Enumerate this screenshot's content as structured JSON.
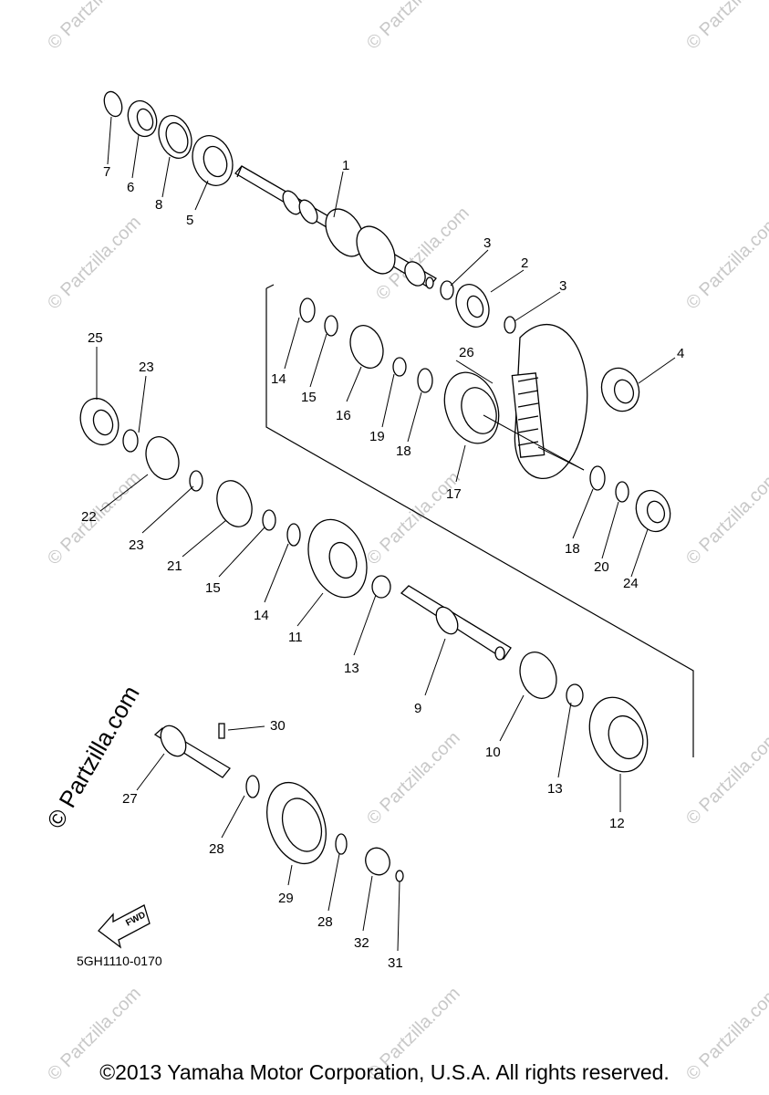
{
  "watermark_text": "© Partzilla.com",
  "watermark_prominent": "© Partzilla.com",
  "part_code": "5GH1110-0170",
  "fwd_label": "FWD",
  "copyright": "©2013 Yamaha Motor Corporation, U.S.A. All rights reserved.",
  "callouts": [
    "1",
    "2",
    "3",
    "3",
    "4",
    "5",
    "6",
    "7",
    "8",
    "9",
    "10",
    "11",
    "12",
    "13",
    "13",
    "14",
    "14",
    "15",
    "15",
    "16",
    "17",
    "18",
    "18",
    "19",
    "20",
    "21",
    "22",
    "23",
    "23",
    "24",
    "25",
    "26",
    "27",
    "28",
    "28",
    "29",
    "30",
    "31",
    "32"
  ]
}
